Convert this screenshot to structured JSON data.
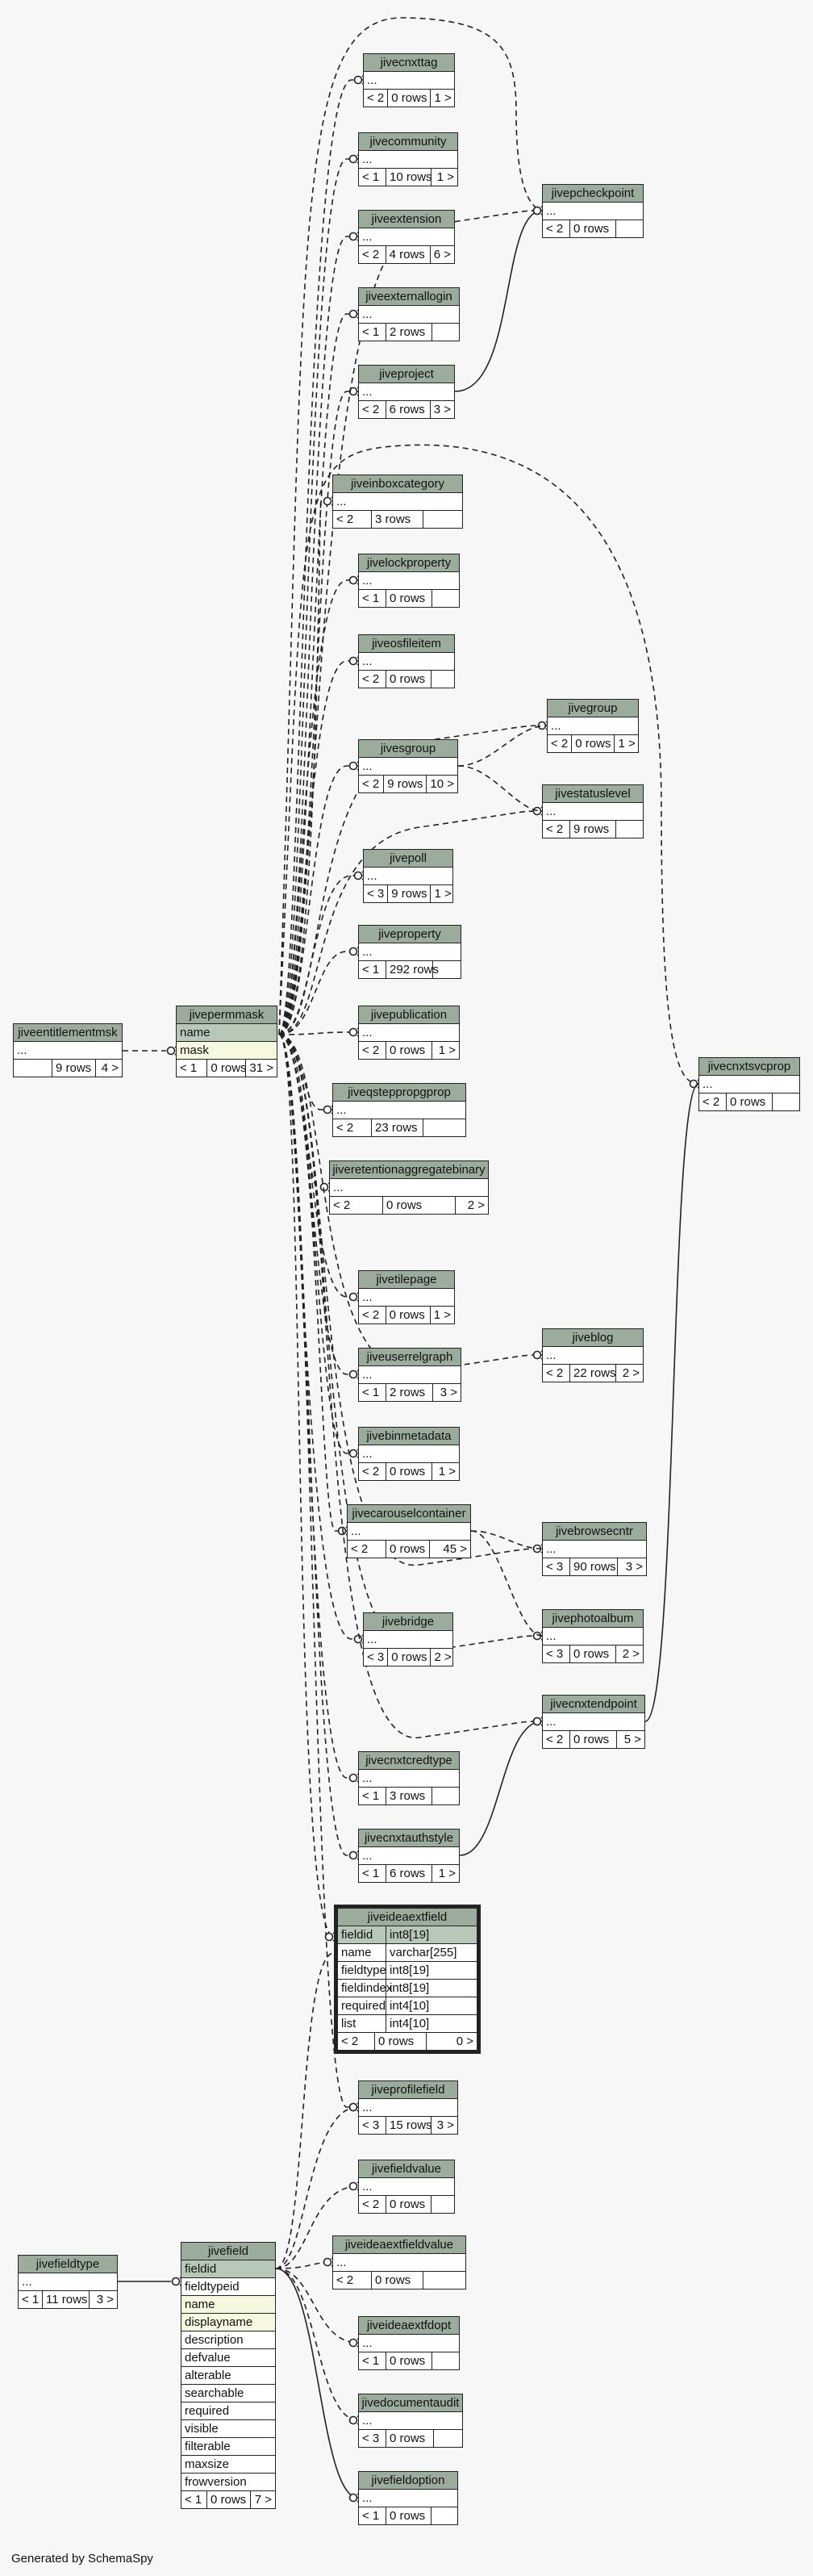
{
  "footer": "Generated by SchemaSpy",
  "tables": [
    {
      "id": "jivecnxttag",
      "name": "jivecnxttag",
      "cols": [
        "..."
      ],
      "stats": [
        "< 2",
        "0 rows",
        "1 >"
      ]
    },
    {
      "id": "jivecommunity",
      "name": "jivecommunity",
      "cols": [
        "..."
      ],
      "stats": [
        "< 1",
        "10 rows",
        "1 >"
      ]
    },
    {
      "id": "jiveextension",
      "name": "jiveextension",
      "cols": [
        "..."
      ],
      "stats": [
        "< 2",
        "4 rows",
        "6 >"
      ]
    },
    {
      "id": "jiveexternallogin",
      "name": "jiveexternallogin",
      "cols": [
        "..."
      ],
      "stats": [
        "< 1",
        "2 rows",
        ""
      ]
    },
    {
      "id": "jiveproject",
      "name": "jiveproject",
      "cols": [
        "..."
      ],
      "stats": [
        "< 2",
        "6 rows",
        "3 >"
      ]
    },
    {
      "id": "jivepcheckpoint",
      "name": "jivepcheckpoint",
      "cols": [
        "..."
      ],
      "stats": [
        "< 2",
        "0 rows",
        ""
      ]
    },
    {
      "id": "jiveinboxcategory",
      "name": "jiveinboxcategory",
      "cols": [
        "..."
      ],
      "stats": [
        "< 2",
        "3 rows",
        ""
      ]
    },
    {
      "id": "jivelockproperty",
      "name": "jivelockproperty",
      "cols": [
        "..."
      ],
      "stats": [
        "< 1",
        "0 rows",
        ""
      ]
    },
    {
      "id": "jiveosfileitem",
      "name": "jiveosfileitem",
      "cols": [
        "..."
      ],
      "stats": [
        "< 2",
        "0 rows",
        ""
      ]
    },
    {
      "id": "jivegroup",
      "name": "jivegroup",
      "cols": [
        "..."
      ],
      "stats": [
        "< 2",
        "0 rows",
        "1 >"
      ]
    },
    {
      "id": "jivesgroup",
      "name": "jivesgroup",
      "cols": [
        "..."
      ],
      "stats": [
        "< 2",
        "9 rows",
        "10 >"
      ]
    },
    {
      "id": "jivestatuslevel",
      "name": "jivestatuslevel",
      "cols": [
        "..."
      ],
      "stats": [
        "< 2",
        "9 rows",
        ""
      ]
    },
    {
      "id": "jivepoll",
      "name": "jivepoll",
      "cols": [
        "..."
      ],
      "stats": [
        "< 3",
        "9 rows",
        "1 >"
      ]
    },
    {
      "id": "jiveproperty",
      "name": "jiveproperty",
      "cols": [
        "..."
      ],
      "stats": [
        "< 1",
        "292 rows",
        ""
      ]
    },
    {
      "id": "jiveentitlementmsk",
      "name": "jiveentitlementmsk",
      "cols": [
        "..."
      ],
      "stats": [
        "",
        "9 rows",
        "4 >"
      ]
    },
    {
      "id": "jivepermmask",
      "name": "jivepermmask",
      "cols": [
        "name",
        "mask"
      ],
      "stats": [
        "< 1",
        "0 rows",
        "31 >"
      ]
    },
    {
      "id": "jivepublication",
      "name": "jivepublication",
      "cols": [
        "..."
      ],
      "stats": [
        "< 2",
        "0 rows",
        "1 >"
      ]
    },
    {
      "id": "jivecnxtsvcprop",
      "name": "jivecnxtsvcprop",
      "cols": [
        "..."
      ],
      "stats": [
        "< 2",
        "0 rows",
        ""
      ]
    },
    {
      "id": "jiveqsteppropgprop",
      "name": "jiveqsteppropgprop",
      "cols": [
        "..."
      ],
      "stats": [
        "< 2",
        "23 rows",
        ""
      ]
    },
    {
      "id": "jiveretentionaggregatebinary",
      "name": "jiveretentionaggregatebinary",
      "cols": [
        "..."
      ],
      "stats": [
        "< 2",
        "0 rows",
        "2 >"
      ]
    },
    {
      "id": "jivetilepage",
      "name": "jivetilepage",
      "cols": [
        "..."
      ],
      "stats": [
        "< 2",
        "0 rows",
        "1 >"
      ]
    },
    {
      "id": "jiveblog",
      "name": "jiveblog",
      "cols": [
        "..."
      ],
      "stats": [
        "< 2",
        "22 rows",
        "2 >"
      ]
    },
    {
      "id": "jiveuserrelgraph",
      "name": "jiveuserrelgraph",
      "cols": [
        "..."
      ],
      "stats": [
        "< 1",
        "2 rows",
        "3 >"
      ]
    },
    {
      "id": "jivebinmetadata",
      "name": "jivebinmetadata",
      "cols": [
        "..."
      ],
      "stats": [
        "< 2",
        "0 rows",
        "1 >"
      ]
    },
    {
      "id": "jivecarouselcontainer",
      "name": "jivecarouselcontainer",
      "cols": [
        "..."
      ],
      "stats": [
        "< 2",
        "0 rows",
        "45 >"
      ]
    },
    {
      "id": "jivebrowsecntr",
      "name": "jivebrowsecntr",
      "cols": [
        "..."
      ],
      "stats": [
        "< 3",
        "90 rows",
        "3 >"
      ]
    },
    {
      "id": "jivephotoalbum",
      "name": "jivephotoalbum",
      "cols": [
        "..."
      ],
      "stats": [
        "< 3",
        "0 rows",
        "2 >"
      ]
    },
    {
      "id": "jivebridge",
      "name": "jivebridge",
      "cols": [
        "..."
      ],
      "stats": [
        "< 3",
        "0 rows",
        "2 >"
      ]
    },
    {
      "id": "jivecnxtendpoint",
      "name": "jivecnxtendpoint",
      "cols": [
        "..."
      ],
      "stats": [
        "< 2",
        "0 rows",
        "5 >"
      ]
    },
    {
      "id": "jivecnxtcredtype",
      "name": "jivecnxtcredtype",
      "cols": [
        "..."
      ],
      "stats": [
        "< 1",
        "3 rows",
        ""
      ]
    },
    {
      "id": "jivecnxtauthstyle",
      "name": "jivecnxtauthstyle",
      "cols": [
        "..."
      ],
      "stats": [
        "< 1",
        "6 rows",
        "1 >"
      ]
    },
    {
      "id": "jiveprofilefield",
      "name": "jiveprofilefield",
      "cols": [
        "..."
      ],
      "stats": [
        "< 3",
        "15 rows",
        "3 >"
      ]
    },
    {
      "id": "jivefieldvalue",
      "name": "jivefieldvalue",
      "cols": [
        "..."
      ],
      "stats": [
        "< 2",
        "0 rows",
        ""
      ]
    },
    {
      "id": "jivefieldtype",
      "name": "jivefieldtype",
      "cols": [
        "..."
      ],
      "stats": [
        "< 1",
        "11 rows",
        "3 >"
      ]
    },
    {
      "id": "jivefield",
      "name": "jivefield",
      "cols": [
        "fieldid",
        "fieldtypeid",
        "name",
        "displayname",
        "description",
        "defvalue",
        "alterable",
        "searchable",
        "required",
        "visible",
        "filterable",
        "maxsize",
        "frowversion"
      ],
      "stats": [
        "< 1",
        "0 rows",
        "7 >"
      ]
    },
    {
      "id": "jiveideaextfieldvalue",
      "name": "jiveideaextfieldvalue",
      "cols": [
        "..."
      ],
      "stats": [
        "< 2",
        "0 rows",
        ""
      ]
    },
    {
      "id": "jiveideaextfdopt",
      "name": "jiveideaextfdopt",
      "cols": [
        "..."
      ],
      "stats": [
        "< 1",
        "0 rows",
        ""
      ]
    },
    {
      "id": "jivedocumentaudit",
      "name": "jivedocumentaudit",
      "cols": [
        "..."
      ],
      "stats": [
        "< 3",
        "0 rows",
        ""
      ]
    },
    {
      "id": "jivefieldoption",
      "name": "jivefieldoption",
      "cols": [
        "..."
      ],
      "stats": [
        "< 1",
        "0 rows",
        ""
      ]
    },
    {
      "id": "jiveideaextfield",
      "name": "jiveideaextfield",
      "cols": [
        [
          "fieldid",
          "int8[19]"
        ],
        [
          "name",
          "varchar[255]"
        ],
        [
          "fieldtype",
          "int8[19]"
        ],
        [
          "fieldindex",
          "int8[19]"
        ],
        [
          "required",
          "int4[10]"
        ],
        [
          "list",
          "int4[10]"
        ]
      ],
      "stats": [
        "< 2",
        "0 rows",
        "0 >"
      ]
    }
  ],
  "colors": {
    "header": "#9cac9c",
    "pk": "#b8c8b8",
    "indexed": "#f6f8e0",
    "line": "#222222",
    "background": "#f7f7f7"
  }
}
